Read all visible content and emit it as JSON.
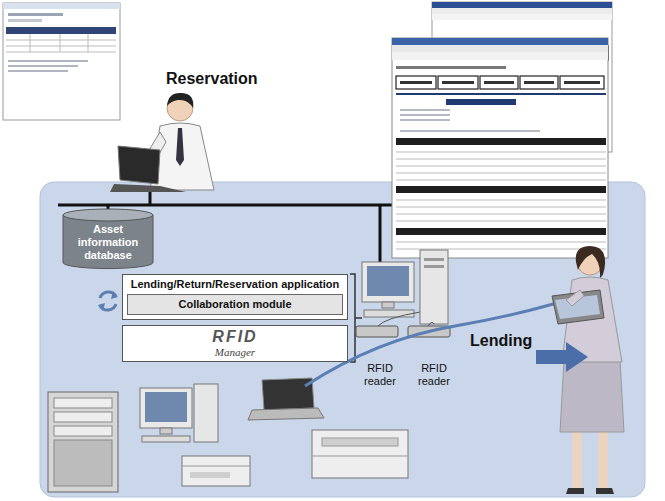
{
  "diagram": {
    "nodes": [
      {
        "text": [
          "Asset information database"
        ]
      },
      {
        "text": [
          "Lending/Return/Reservation application"
        ]
      },
      {
        "text": [
          "Collaboration module"
        ],
        "in": 1
      },
      {
        "text": [
          "RFID",
          "Manager"
        ]
      }
    ],
    "labels": [
      "Reservation",
      "RFID reader",
      "RFID reader",
      "Lending"
    ]
  }
}
